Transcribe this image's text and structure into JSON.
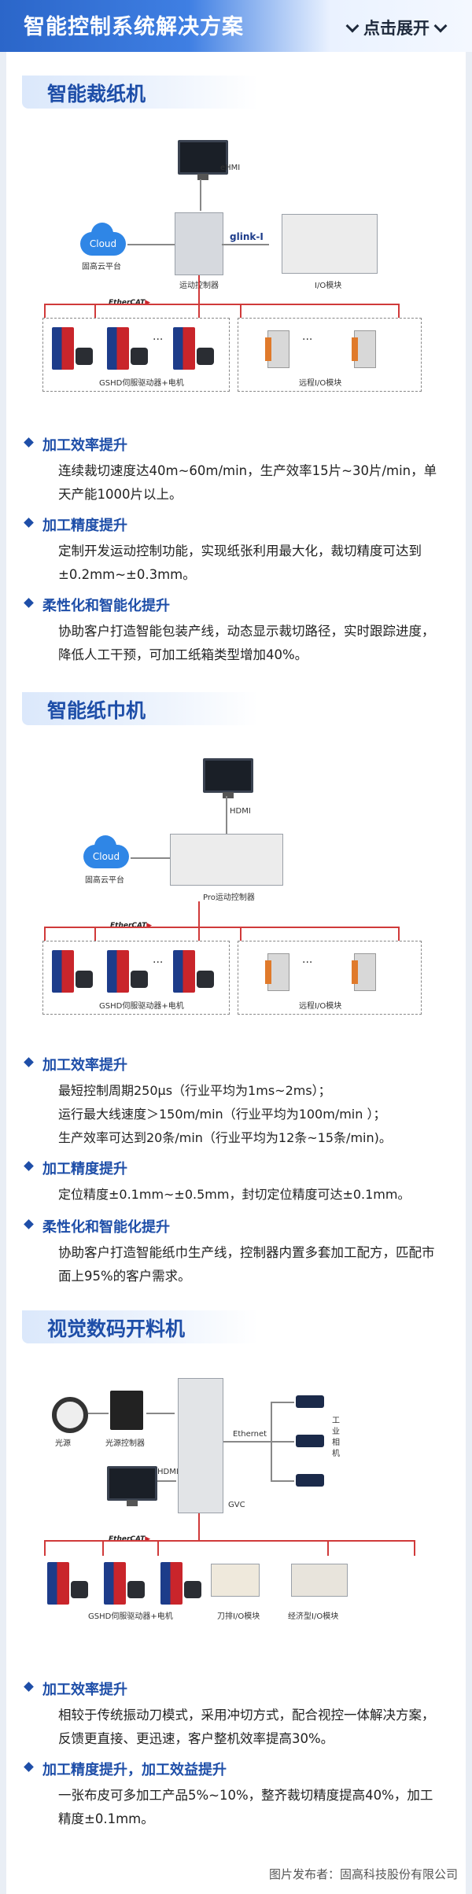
{
  "header": {
    "title": "智能控制系统解决方案",
    "expand_label": "点击展开"
  },
  "sections": [
    {
      "title": "智能裁纸机",
      "diagram": {
        "ehmi": "eHMI",
        "cloud": "Cloud",
        "cloud_label": "固高云平台",
        "controller": "运动控制器",
        "glink": "glink-Ⅰ",
        "io": "I/O模块",
        "ethercat": "EtherCAT",
        "drives": "GSHD伺服驱动器+电机",
        "remote_io": "远程I/O模块",
        "dots": "..."
      },
      "items": [
        {
          "title": "加工效率提升",
          "text": "连续裁切速度达40m~60m/min，生产效率15片~30片/min，单天产能1000片以上。"
        },
        {
          "title": "加工精度提升",
          "text": "定制开发运动控制功能，实现纸张利用最大化，裁切精度可达到±0.2mm~±0.3mm。"
        },
        {
          "title": "柔性化和智能化提升",
          "text": "协助客户打造智能包装产线，动态显示裁切路径，实时跟踪进度，降低人工干预，可加工纸箱类型增加40%。"
        }
      ]
    },
    {
      "title": "智能纸巾机",
      "diagram": {
        "hdmi": "HDMI",
        "cloud": "Cloud",
        "cloud_label": "固高云平台",
        "controller": "Pro运动控制器",
        "ethercat": "EtherCAT",
        "drives": "GSHD伺服驱动器+电机",
        "remote_io": "远程I/O模块",
        "dots": "..."
      },
      "items": [
        {
          "title": "加工效率提升",
          "lines": [
            "最短控制周期250μs（行业平均为1ms~2ms）；",
            "运行最大线速度＞150m/min（行业平均为100m/min ）；",
            "生产效率可达到20条/min（行业平均为12条~15条/min)。"
          ]
        },
        {
          "title": "加工精度提升",
          "text": "定位精度±0.1mm~±0.5mm，封切定位精度可达±0.1mm。"
        },
        {
          "title": "柔性化和智能化提升",
          "text": "协助客户打造智能纸巾生产线，控制器内置多套加工配方，匹配市面上95%的客户需求。"
        }
      ]
    },
    {
      "title": "视觉数码开料机",
      "diagram": {
        "light": "光源",
        "light_ctrl": "光源控制器",
        "hdmi": "HDMI",
        "gvc": "GVC",
        "ethernet": "Ethernet",
        "camera": "工业相机",
        "ethercat": "EtherCAT",
        "drives": "GSHD伺服驱动器+电机",
        "tool_io": "刀排I/O模块",
        "eco_io": "经济型I/O模块"
      },
      "items": [
        {
          "title": "加工效率提升",
          "text": "相较于传统振动刀模式，采用冲切方式，配合视控一体解决方案，反馈更直接、更迅速，客户整机效率提高30%。"
        },
        {
          "title": "加工精度提升，加工效益提升",
          "text": "一张布皮可多加工产品5%~10%，整齐裁切精度提高40%，加工精度±0.1mm。"
        }
      ]
    }
  ],
  "footer": "图片发布者：固高科技股份有限公司"
}
